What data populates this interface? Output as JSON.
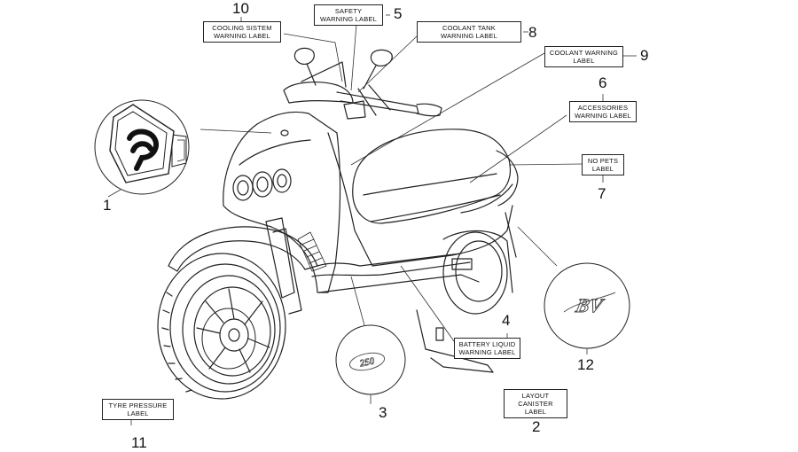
{
  "callouts": [
    {
      "number": "1",
      "lines": []
    },
    {
      "number": "2",
      "lines": [
        "LAYOUT",
        "CANISTER LABEL"
      ]
    },
    {
      "number": "3",
      "lines": []
    },
    {
      "number": "4",
      "lines": [
        "BATTERY LIQUID",
        "WARNING LABEL"
      ]
    },
    {
      "number": "5",
      "lines": [
        "SAFETY",
        "WARNING LABEL"
      ]
    },
    {
      "number": "6",
      "lines": [
        "ACCESSORIES",
        "WARNING LABEL"
      ]
    },
    {
      "number": "7",
      "lines": [
        "NO PETS",
        "LABEL"
      ]
    },
    {
      "number": "8",
      "lines": [
        "COOLANT TANK",
        "WARNING LABEL"
      ]
    },
    {
      "number": "9",
      "lines": [
        "COOLANT WARNING",
        "LABEL"
      ]
    },
    {
      "number": "10",
      "lines": [
        "COOLING SISTEM",
        "WARNING LABEL"
      ]
    },
    {
      "number": "11",
      "lines": [
        "TYRE PRESSURE",
        "LABEL"
      ]
    },
    {
      "number": "12",
      "lines": []
    }
  ],
  "badges": {
    "model_250": "250",
    "model_bv": "BV"
  }
}
